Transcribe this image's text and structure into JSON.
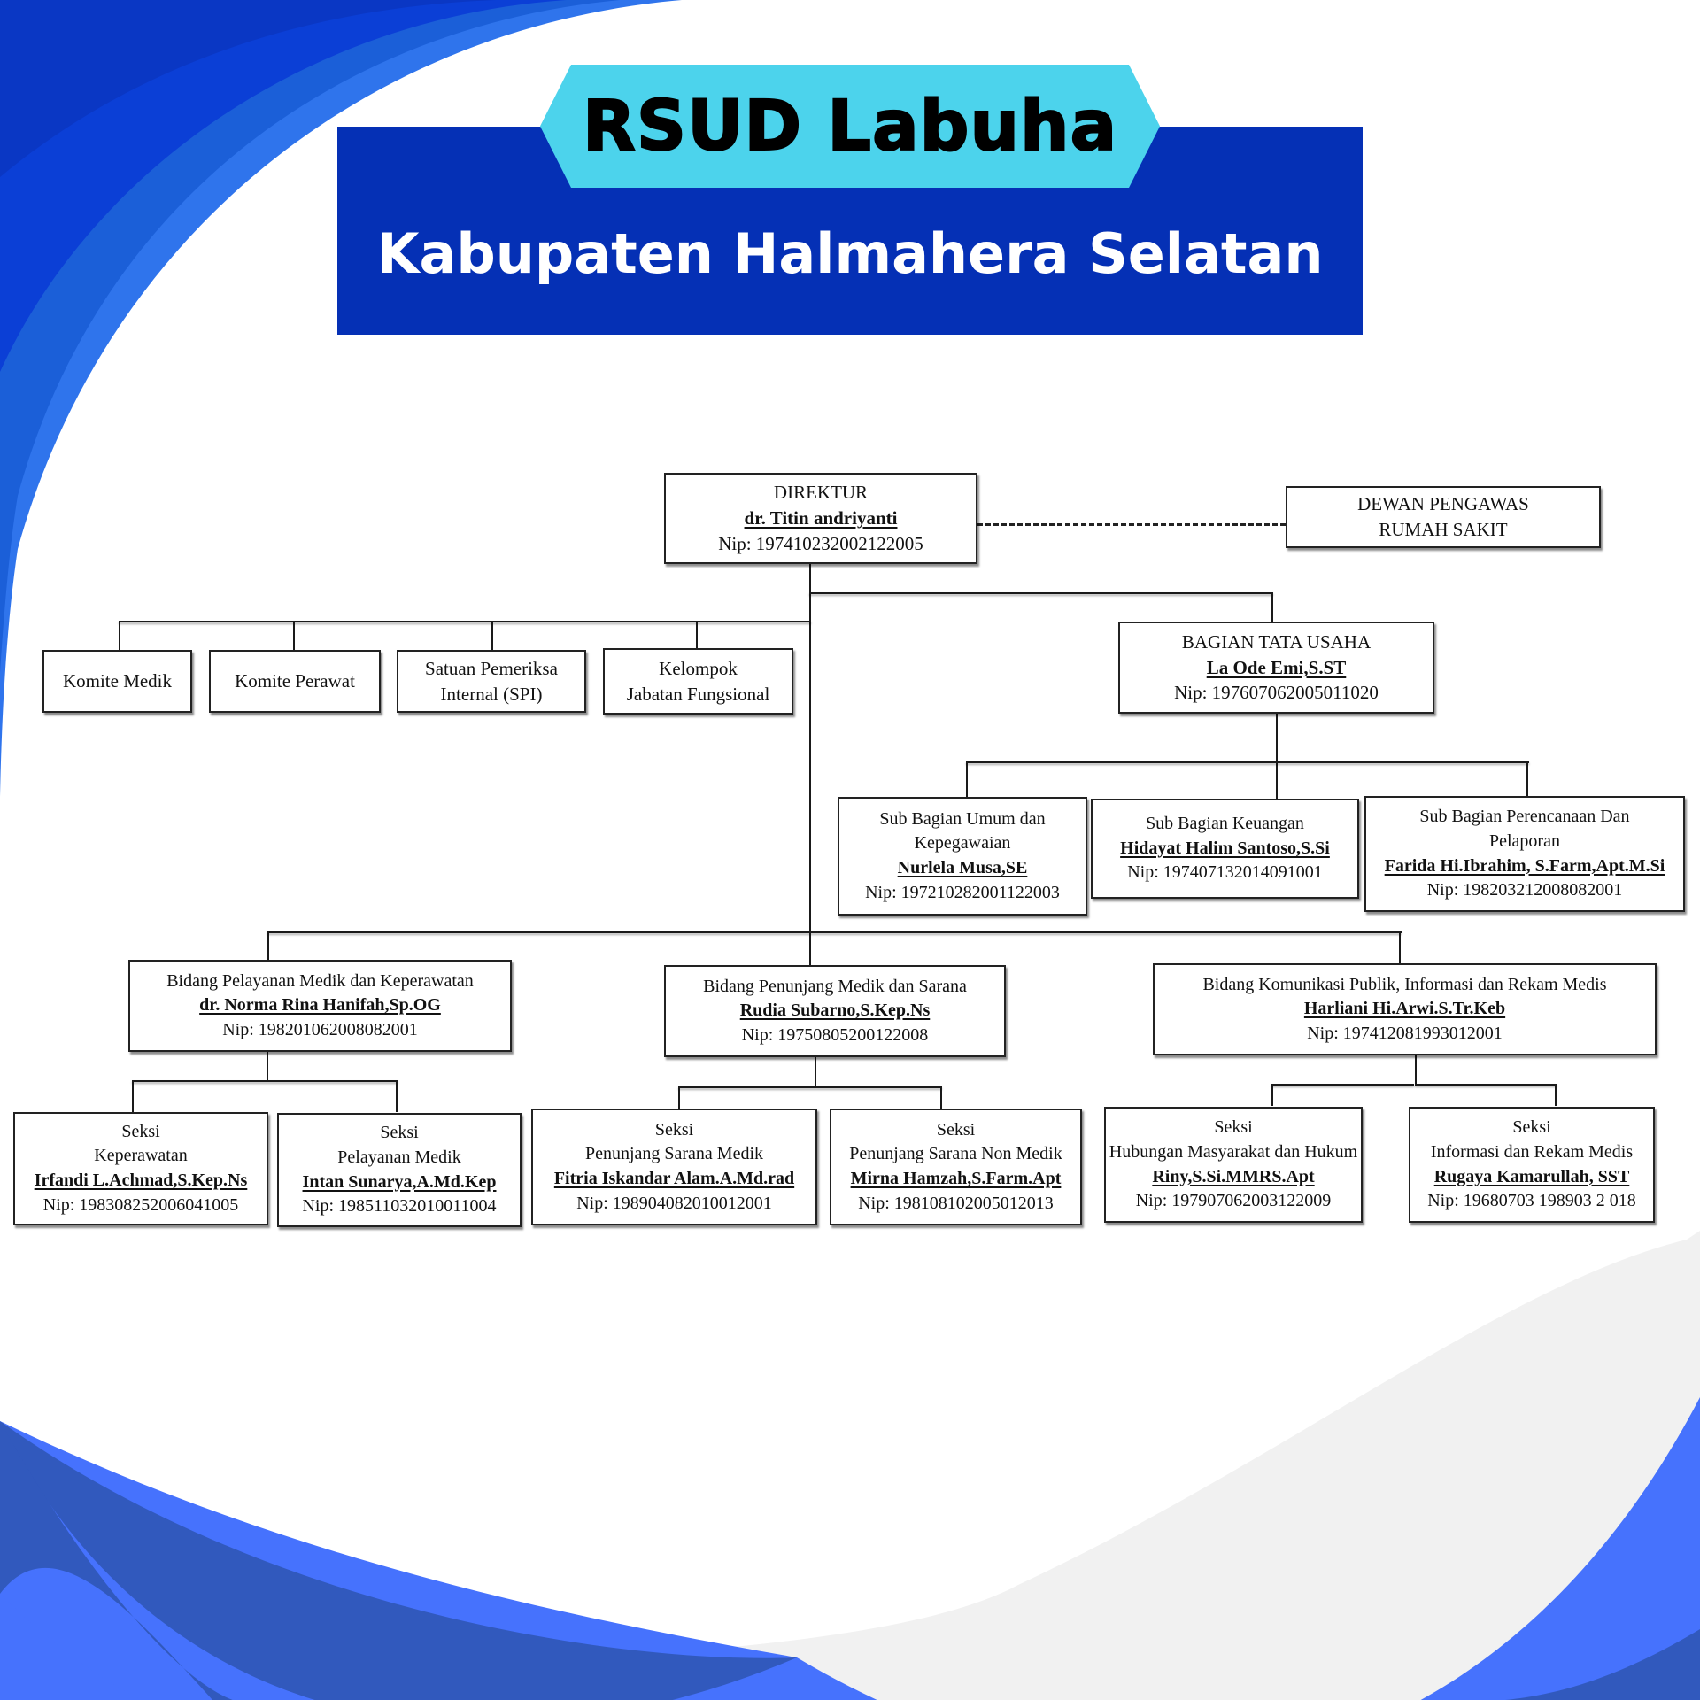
{
  "header": {
    "title": "RSUD Labuha",
    "subtitle": "Kabupaten Halmahera Selatan"
  },
  "colors": {
    "title_block": "#0530b5",
    "title_badge": "#4cd3ec",
    "wave_dark": "#3159bd",
    "wave_bright": "#4672fd",
    "wave_light_gray": "#f1f1f1",
    "corner_blue_1": "#0b3fd6",
    "corner_blue_2": "#2f74ec"
  },
  "org_chart": {
    "direktur": {
      "title": "DIREKTUR",
      "name": "dr. Titin andriyanti",
      "nip": "Nip: 197410232002122005"
    },
    "dewan_pengawas": {
      "line1": "DEWAN PENGAWAS",
      "line2": "RUMAH SAKIT"
    },
    "staff_units": [
      {
        "line1": "Komite Medik"
      },
      {
        "line1": "Komite Perawat"
      },
      {
        "line1": "Satuan Pemeriksa",
        "line2": "Internal (SPI)"
      },
      {
        "line1": "Kelompok",
        "line2": "Jabatan Fungsional"
      }
    ],
    "tata_usaha": {
      "title": "BAGIAN TATA USAHA",
      "name": "La Ode Emi,S.ST",
      "nip": "Nip: 197607062005011020"
    },
    "sub_bagian": [
      {
        "title1": "Sub Bagian Umum dan",
        "title2": "Kepegawaian",
        "name": "Nurlela Musa,SE",
        "nip": "Nip: 197210282001122003"
      },
      {
        "title1": "Sub Bagian Keuangan",
        "name": "Hidayat Halim Santoso,S.Si",
        "nip": "Nip: 197407132014091001"
      },
      {
        "title1": "Sub Bagian Perencanaan Dan",
        "title2": "Pelaporan",
        "name": "Farida Hi.Ibrahim, S.Farm,Apt.M.Si",
        "nip": "Nip: 198203212008082001"
      }
    ],
    "bidang": [
      {
        "title": "Bidang Pelayanan Medik dan Keperawatan",
        "name": "dr. Norma Rina Hanifah,Sp.OG",
        "nip": "Nip: 198201062008082001"
      },
      {
        "title": "Bidang Penunjang Medik dan Sarana",
        "name": "Rudia Subarno,S.Kep.Ns",
        "nip": "Nip: 19750805200122008"
      },
      {
        "title": "Bidang Komunikasi Publik, Informasi dan Rekam Medis",
        "name": "Harliani Hi.Arwi.S.Tr.Keb",
        "nip": "Nip: 197412081993012001"
      }
    ],
    "seksi": [
      {
        "label": "Seksi",
        "title": "Keperawatan",
        "name": "Irfandi L.Achmad,S.Kep.Ns",
        "nip": "Nip: 198308252006041005"
      },
      {
        "label": "Seksi",
        "title": "Pelayanan Medik",
        "name": "Intan Sunarya,A.Md.Kep",
        "nip": "Nip: 198511032010011004"
      },
      {
        "label": "Seksi",
        "title": "Penunjang Sarana Medik",
        "name": "Fitria Iskandar Alam.A.Md.rad",
        "nip": "Nip: 198904082010012001"
      },
      {
        "label": "Seksi",
        "title": "Penunjang Sarana Non Medik",
        "name": "Mirna Hamzah,S.Farm.Apt",
        "nip": "Nip: 198108102005012013"
      },
      {
        "label": "Seksi",
        "title": "Hubungan Masyarakat dan Hukum",
        "name": "Riny,S.Si.MMRS.Apt",
        "nip": "Nip: 197907062003122009"
      },
      {
        "label": "Seksi",
        "title": "Informasi dan Rekam Medis",
        "name": "Rugaya Kamarullah, SST",
        "nip": "Nip: 19680703 198903 2 018"
      }
    ]
  }
}
